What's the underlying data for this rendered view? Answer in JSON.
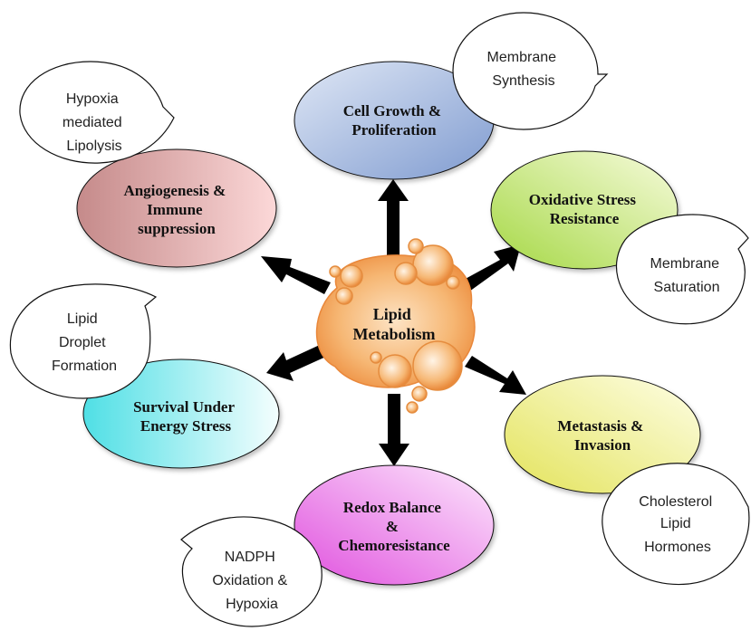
{
  "diagram": {
    "center": {
      "lines": [
        "Lipid",
        "Metabolism"
      ]
    },
    "nodes": [
      {
        "id": "cell-growth",
        "lines": [
          "Cell Growth &",
          "Proliferation"
        ],
        "gradient": [
          "#c9d7ee",
          "#7f9bd0"
        ],
        "callout": [
          "Membrane",
          "Synthesis"
        ]
      },
      {
        "id": "oxidative",
        "lines": [
          "Oxidative Stress",
          "Resistance"
        ],
        "gradient": [
          "#f4f9c8",
          "#a9d94a"
        ],
        "callout": [
          "Membrane",
          "Saturation"
        ]
      },
      {
        "id": "metastasis",
        "lines": [
          "Metastasis &",
          "Invasion"
        ],
        "gradient": [
          "#fdfdd9",
          "#e6e66a"
        ],
        "callout": [
          "Cholesterol",
          "Lipid",
          "Hormones"
        ]
      },
      {
        "id": "redox",
        "lines": [
          "Redox Balance",
          "&",
          "Chemoresistance"
        ],
        "gradient": [
          "#fbe1fb",
          "#e55de3"
        ],
        "callout": [
          "NADPH",
          "Oxidation &",
          "Hypoxia"
        ]
      },
      {
        "id": "survival",
        "lines": [
          "Survival Under",
          "Energy Stress"
        ],
        "gradient": [
          "#f2fdfd",
          "#5ee3e8"
        ],
        "callout": [
          "Lipid",
          "Droplet",
          "Formation"
        ]
      },
      {
        "id": "angiogenesis",
        "lines": [
          "Angiogenesis &",
          "Immune",
          "suppression"
        ],
        "gradient": [
          "#fbd2d2",
          "#c88e8e"
        ],
        "callout": [
          "Hypoxia",
          "mediated",
          "Lipolysis"
        ]
      }
    ]
  }
}
